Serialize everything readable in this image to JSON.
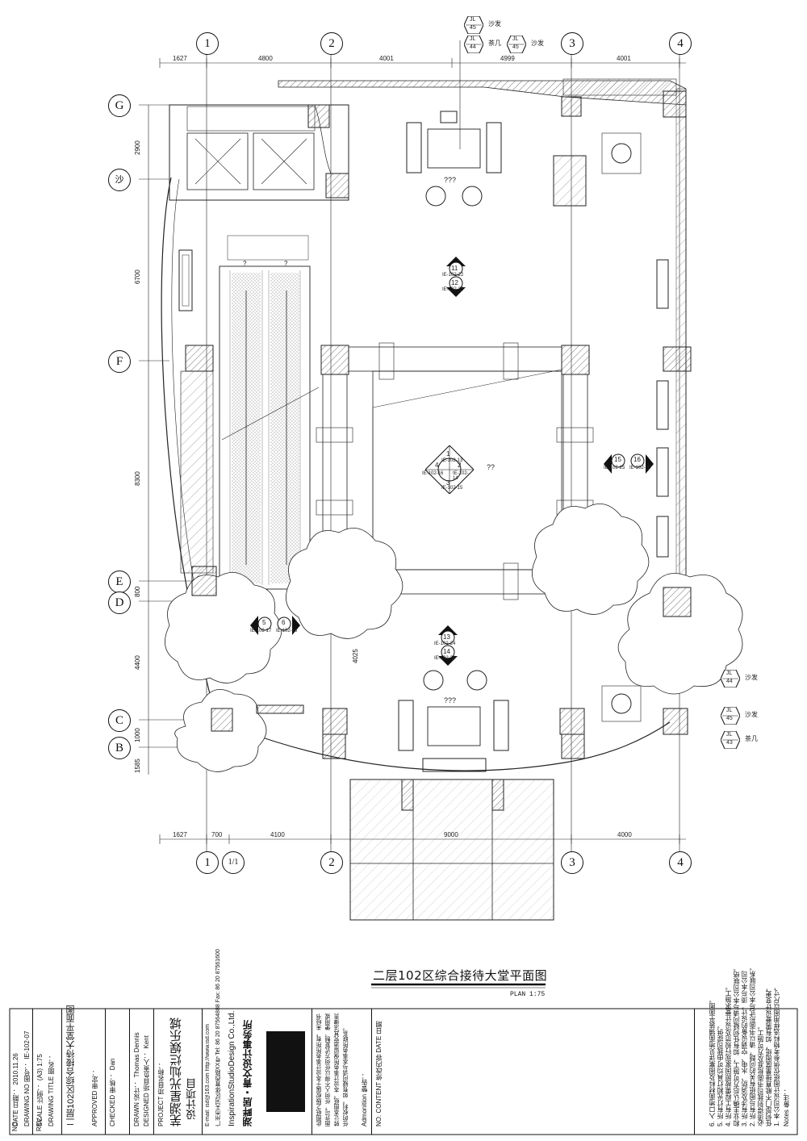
{
  "drawing": {
    "title": "二层102区综合接待大堂平面图",
    "subtitle": "PLAN  1:75",
    "grid_cols": [
      "1",
      "2",
      "3",
      "4"
    ],
    "grid_extra": "1/1",
    "grid_rows": [
      "G",
      "沙",
      "F",
      "E",
      "D",
      "C",
      "B"
    ],
    "dims_top": [
      "1627",
      "4800",
      "4001",
      "4999",
      "4001"
    ],
    "dims_bottom": [
      "1627",
      "700",
      "4100",
      "9000",
      "4000"
    ],
    "dims_left": [
      "2900",
      "6700",
      "8300",
      "800",
      "4400",
      "1000",
      "1585"
    ],
    "dim_inner": "4025",
    "note_qqq": "???",
    "note_q": "?",
    "note_qq": "??",
    "callouts": {
      "c1": {
        "num": "1",
        "ref": "IE-102-13"
      },
      "c2": {
        "num": "2",
        "ref": "IE-102-14"
      },
      "c3": {
        "num": "3",
        "ref": "IE-102-15"
      },
      "c4": {
        "num": "4",
        "ref": "IE-102-16"
      },
      "c5": {
        "num": "5",
        "ref": "IE-102-17"
      },
      "c6": {
        "num": "6",
        "ref": "IE-102-18"
      },
      "c11": {
        "num": "11",
        "ref": "IE-102-22"
      },
      "c12": {
        "num": "12",
        "ref": "IE-102-23"
      },
      "c13": {
        "num": "13",
        "ref": "IE-102-24"
      },
      "c14": {
        "num": "14",
        "ref": "IE-102-24"
      },
      "c15": {
        "num": "15",
        "ref": "IE-102-25"
      },
      "c16": {
        "num": "16",
        "ref": "IE-102-25"
      }
    },
    "jl_tags": [
      {
        "code": "JL",
        "num": "45",
        "label": "沙发"
      },
      {
        "code": "JL",
        "num": "44",
        "label": "茶几"
      },
      {
        "code": "JL",
        "num": "45",
        "label": "沙发"
      },
      {
        "code": "JL",
        "num": "44",
        "label": "沙发"
      },
      {
        "code": "JL",
        "num": "45",
        "label": "沙发"
      },
      {
        "code": "JL",
        "num": "43",
        "label": "茶几"
      }
    ]
  },
  "titleblock": {
    "notes_heading": "Notes 备注：",
    "notes": [
      "1. 本公司设计图纸仅供参考物料选样用图以尺寸，",
      "   任何部门不能直接量度图纸，如有需要设计变更，",
      "   必须得到我司书面批准及方可施工。",
      "2. 所有与图纸有关的问题，请以书面形式与本公司联系。",
      "3. 所有涉及消防、水电、空调设备的设计，须与本公司",
      "   和业主确认后方可施工，如有任何疑问请与本公司联络。",
      "4. 所有工程需按照国家现行规范及设计要求施工。",
      "5. 所有灯光和灯具均可由我司提供。",
      "6. 入口地面材料及图案详见地面铺装平面图。"
    ],
    "rev_heading": "NO. CONTENT 修改内容 DATE 日期",
    "admonition_heading": "Admonition 警告：",
    "admonition_text": "此图纸之版权属于本设计事务所所有，未经书面许可，任何人不得以任何方式复制、使用或转让本图纸。本设计事务所保留追究其法律责任的权利。如有疑问请与本事务所联系。",
    "firm_cn": "湖畔居・青文设计事务所",
    "firm_en": "InspirationStudioDesign Co.,Ltd.",
    "firm_addr": "广州市天河区体育西路XX号 Tel: 86 20 87564888  Fax: 86 20 87561600",
    "firm_web": "E-mail: isd@163.com  http://www.isd.com",
    "project_label": "PROJECT 项目名称：",
    "project_name": "芜湖星光灿烂娱乐城",
    "project_name2": "设计项目",
    "designer_label": "DESIGNED 项目负责人：",
    "designer": "Kent",
    "drawn_label": "DRAWN 设计：",
    "drawn": "Thomas Dennis",
    "checked_label": "CHECKED 审核：",
    "checked": "Dan",
    "approved_label": "APPROVED 审定：",
    "approved": "",
    "drawing_title_label": "DRAWING TITLE 图名：",
    "drawing_title": "二层102区综合接待大堂平面图",
    "scale_label": "SCALE 比例：",
    "scale": "(A3) 1:75",
    "drawing_no_label": "DRAWING NO 图号：",
    "drawing_no": "IE-102-07",
    "date_label": "DATE 日期：",
    "date": "2010.11.26",
    "rev_label": "REV.",
    "rev": "NO."
  }
}
